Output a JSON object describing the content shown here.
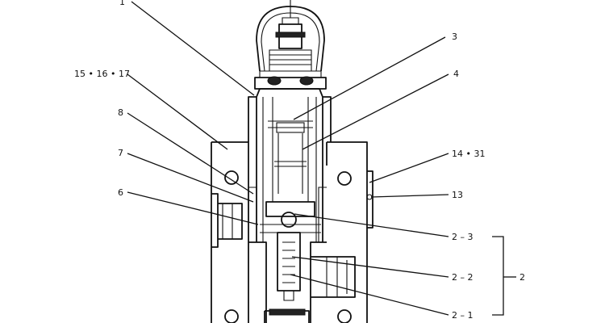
{
  "diagram": {
    "labels": {
      "l1": "1",
      "l3": "3",
      "l4": "4",
      "l151617": "15 • 16 • 17",
      "l8": "8",
      "l7": "7",
      "l6": "6",
      "l1431": "14 • 31",
      "l13": "13",
      "l23": "2 – 3",
      "l22": "2 – 2",
      "l2": "2",
      "l21": "2 – 1"
    }
  }
}
